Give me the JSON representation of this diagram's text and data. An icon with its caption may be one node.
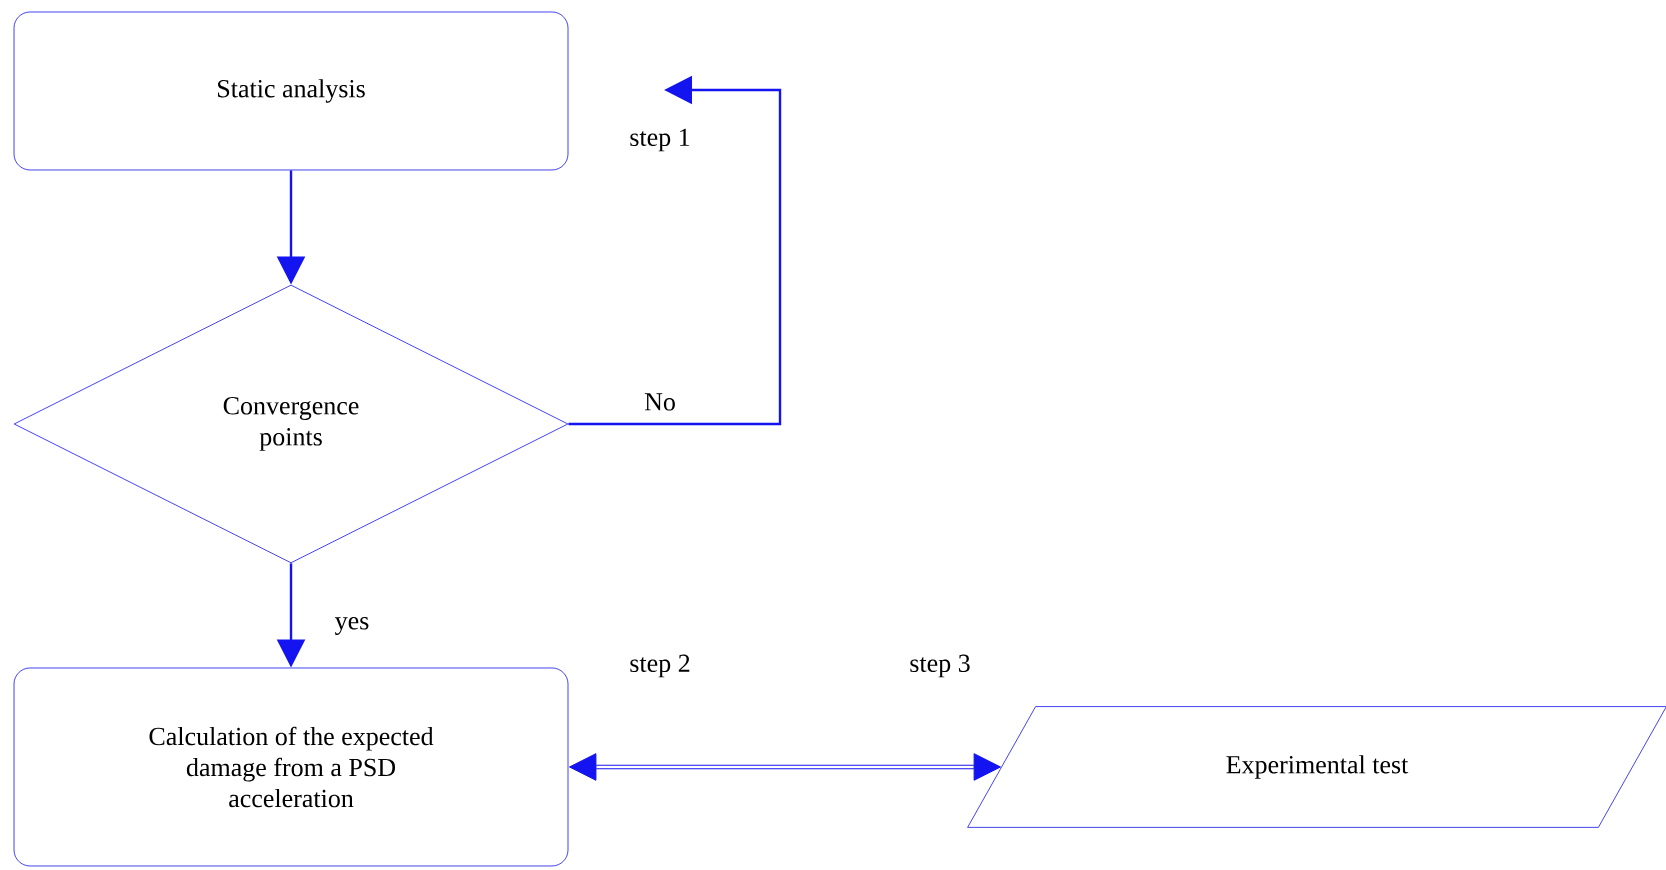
{
  "diagram": {
    "nodes": [
      {
        "text": [
          "Static analysis"
        ]
      },
      {
        "text": [
          "Convergence points"
        ]
      },
      {
        "text": [
          "Calculation of the expected damage from a PSD acceleration"
        ]
      },
      {
        "text": [
          "Experimental test"
        ]
      }
    ],
    "edges": [
      {
        "from": 0,
        "to": 1,
        "arrow": "to"
      },
      {
        "from": 1,
        "to": null,
        "arrow": "to",
        "label": "No"
      },
      {
        "from": 1,
        "to": 2,
        "arrow": "to",
        "label": "yes"
      },
      {
        "from": 2,
        "to": 3,
        "arrow": "both"
      }
    ],
    "labels": [
      "step 1",
      "step 2",
      "step 3"
    ]
  }
}
